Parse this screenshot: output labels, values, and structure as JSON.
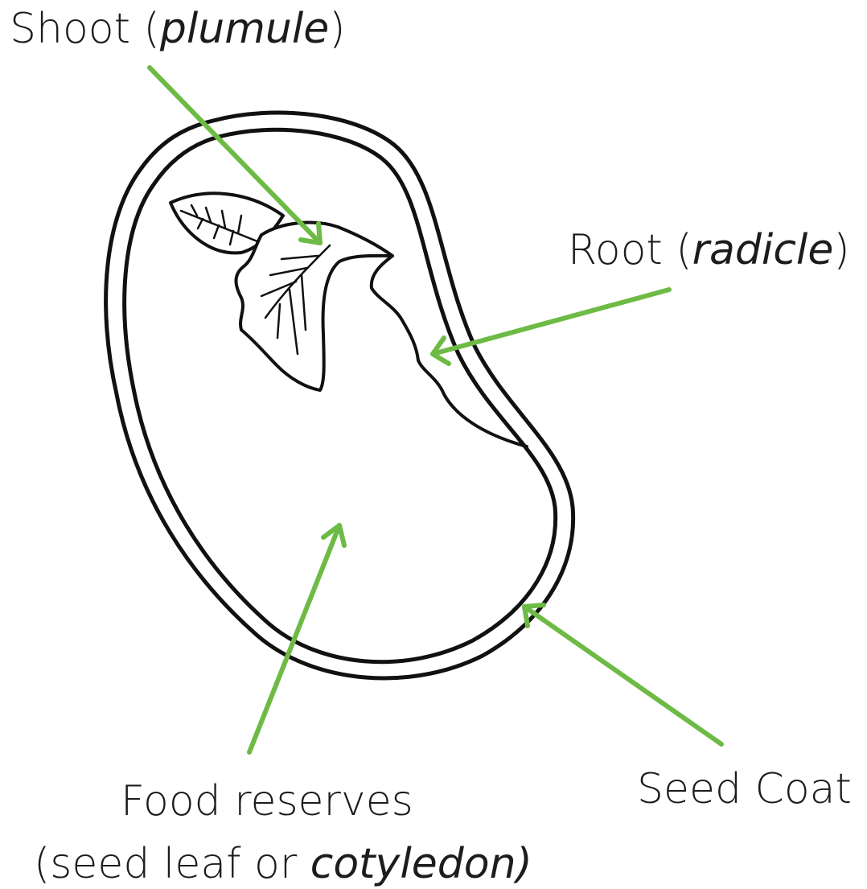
{
  "labels": {
    "shoot": {
      "text": "Shoot (",
      "italic": "plumule",
      "close": ")"
    },
    "root": {
      "text": "Root (",
      "italic": "radicle",
      "close": ")"
    },
    "seed_coat": {
      "text": "Seed Coat"
    },
    "food_reserves": {
      "line1": "Food reserves",
      "line2_text": "(seed leaf or ",
      "line2_italic": "cotyledon)"
    }
  },
  "colors": {
    "arrow": "#6dbb45",
    "outline": "#111111",
    "text": "#1c1c1c"
  }
}
